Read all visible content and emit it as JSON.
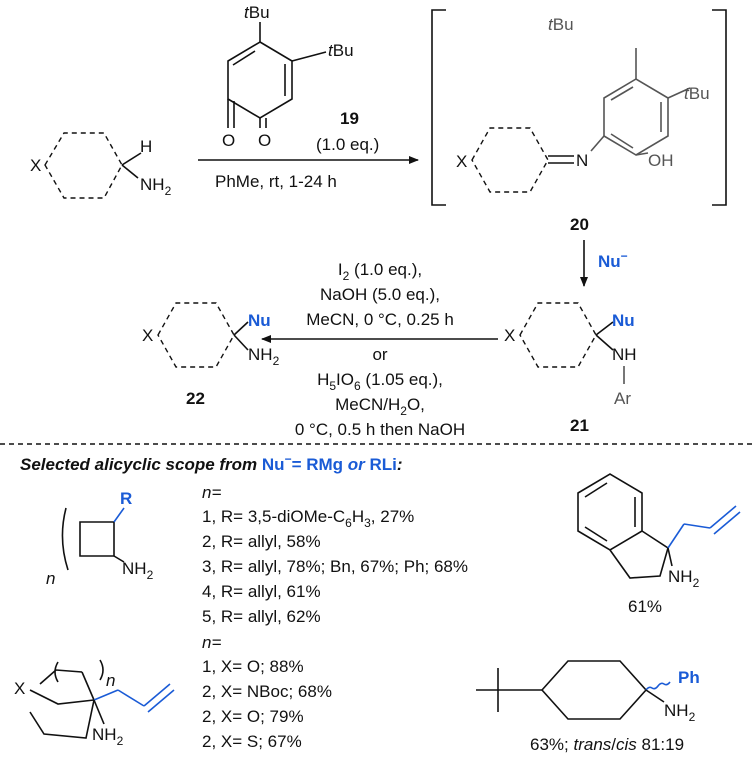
{
  "reagent19": {
    "tbu_top": "tBu",
    "tbu_right": "tBu",
    "carbonyl_left": "O",
    "carbonyl_right": "O",
    "label": "19",
    "eq": "(1.0 eq.)"
  },
  "step1": {
    "conditions": "PhMe, rt, 1-24 h"
  },
  "amine_start": {
    "x": "X",
    "h": "H",
    "nh2": "NH",
    "nh2_sub": "2"
  },
  "intermediate20": {
    "x": "X",
    "n": "N",
    "oh": "OH",
    "tbu_top": "tBu",
    "tbu_right": "tBu",
    "label": "20"
  },
  "step2": {
    "nucleophile": "Nu",
    "charge": "−"
  },
  "product21": {
    "x": "X",
    "nu": "Nu",
    "nh": "NH",
    "ar": "Ar",
    "label": "21"
  },
  "step3": {
    "line1": "I",
    "line1_sub": "2",
    "line1_rest": " (1.0 eq.),",
    "line2": "NaOH (5.0 eq.),",
    "line3": "MeCN, 0 °C, 0.25 h",
    "line4": "or",
    "line5a": "H",
    "line5b": "5",
    "line5c": "IO",
    "line5d": "6",
    "line5e": " (1.05 eq.),",
    "line6a": "MeCN/H",
    "line6b": "2",
    "line6c": "O,",
    "line7": "0 °C, 0.5 h then NaOH"
  },
  "product22": {
    "x": "X",
    "nu": "Nu",
    "nh2": "NH",
    "nh2_sub": "2",
    "label": "22"
  },
  "scope": {
    "title_a": "Selected alicyclic scope from ",
    "title_b": "Nu",
    "title_c": "= RMg ",
    "title_d": "or",
    "title_e": " RLi",
    "title_f": ":",
    "cyclo": {
      "n": "n",
      "r": "R",
      "nh2": "NH",
      "nh2_sub": "2",
      "header": "n=",
      "entries": [
        "1, R= 3,5-diOMe-C",
        "2, R= allyl, 58%",
        "3, R= allyl, 78%; Bn, 67%; Ph; 68%",
        "4, R= allyl, 61%",
        "5, R= allyl, 62%"
      ],
      "entry1_sub": "6",
      "entry1_sub2": "H",
      "entry1_sub3": "3",
      "entry1_tail": ", 27%"
    },
    "indane": {
      "nh2": "NH",
      "nh2_sub": "2",
      "yield": "61%"
    },
    "hetero": {
      "x": "X",
      "n": "n",
      "nh2": "NH",
      "nh2_sub": "2",
      "header": "n=",
      "entries": [
        "1, X= O; 88%",
        "2, X= NBoc; 68%",
        "2, X= O; 79%",
        "2, X= S; 67%"
      ]
    },
    "tbu_cyclohexyl": {
      "ph": "Ph",
      "nh2": "NH",
      "nh2_sub": "2",
      "yield_a": "63%; ",
      "yield_b": "trans",
      "yield_c": "/",
      "yield_d": "cis",
      "yield_e": " 81:19"
    }
  }
}
